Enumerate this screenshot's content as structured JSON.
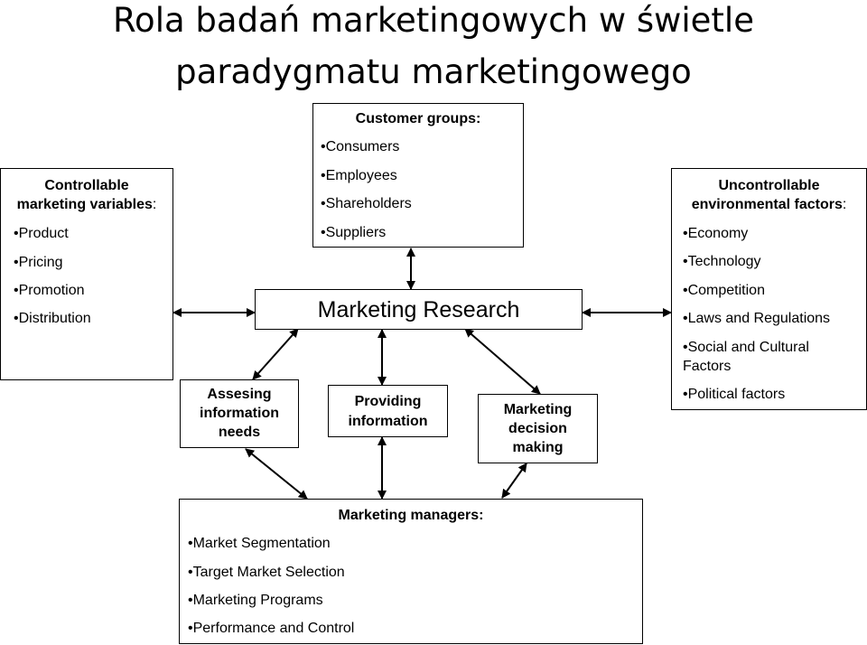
{
  "title": {
    "line1": "Rola badań marketingowych w świetle",
    "line2": "paradygmatu marketingowego"
  },
  "customer_groups": {
    "heading": "Customer groups:",
    "items": [
      "•Consumers",
      "•Employees",
      "•Shareholders",
      "•Suppliers"
    ]
  },
  "controllable": {
    "heading_line1": "Controllable",
    "heading_line2": "marketing variables",
    "heading_suffix": ":",
    "items": [
      "•Product",
      "•Pricing",
      "•Promotion",
      "•Distribution"
    ]
  },
  "uncontrollable": {
    "heading_line1": "Uncontrollable",
    "heading_line2": "environmental factors",
    "heading_suffix": ":",
    "items": [
      "•Economy",
      "•Technology",
      "•Competition",
      "•Laws and Regulations",
      "•Social and Cultural",
      "Factors",
      "•Political factors"
    ]
  },
  "marketing_research": {
    "label": "Marketing Research"
  },
  "assesing": {
    "line1": "Assesing",
    "line2": "information",
    "line3": "needs"
  },
  "providing": {
    "line1": "Providing",
    "line2": "information"
  },
  "decision": {
    "line1": "Marketing",
    "line2": "decision",
    "line3": "making"
  },
  "managers": {
    "heading": "Marketing managers:",
    "items": [
      "•Market Segmentation",
      "•Target Market Selection",
      "•Marketing Programs",
      "•Performance and Control"
    ]
  }
}
